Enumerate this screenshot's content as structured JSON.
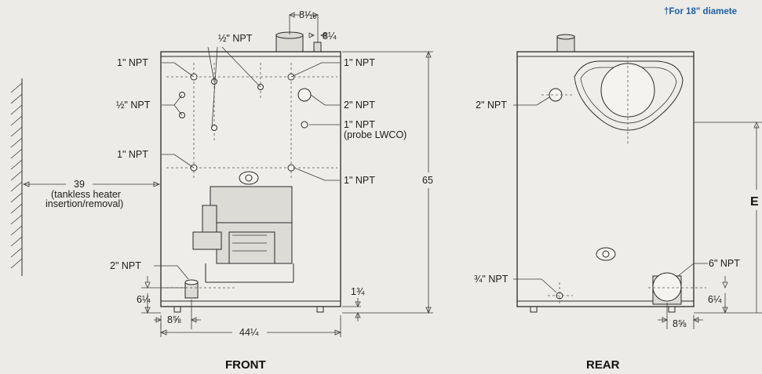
{
  "footnote": "†For 18\" diamete",
  "front": {
    "caption": "FRONT",
    "labels": {
      "npt_1_top_left": "1\" NPT",
      "npt_half_top": "½\" NPT",
      "npt_half_left": "½\" NPT",
      "npt_1_mid_left": "1\" NPT",
      "npt_1_top_right": "1\" NPT",
      "npt_2_right": "2\" NPT",
      "npt_1_probe": "1\" NPT",
      "probe_note": "(probe LWCO)",
      "npt_1_mid_right": "1\" NPT",
      "npt_2_bottom": "2\" NPT"
    },
    "dims": {
      "top_width": "8¹⁄₁₆",
      "top_small": "8¼",
      "clearance": "39",
      "clearance_note_1": "(tankless heater",
      "clearance_note_2": "insertion/removal)",
      "height": "65",
      "bottom_left_height": "6¼",
      "bottom_left_offset": "8⅝",
      "leg_height": "1¾",
      "width": "44¼"
    }
  },
  "rear": {
    "caption": "REAR",
    "labels": {
      "npt_2": "2\" NPT",
      "npt_3q": "¾\" NPT",
      "npt_6": "6\" NPT"
    },
    "dims": {
      "bottom_height": "6¼",
      "bottom_offset": "8⅝",
      "side_letter": "E"
    }
  }
}
